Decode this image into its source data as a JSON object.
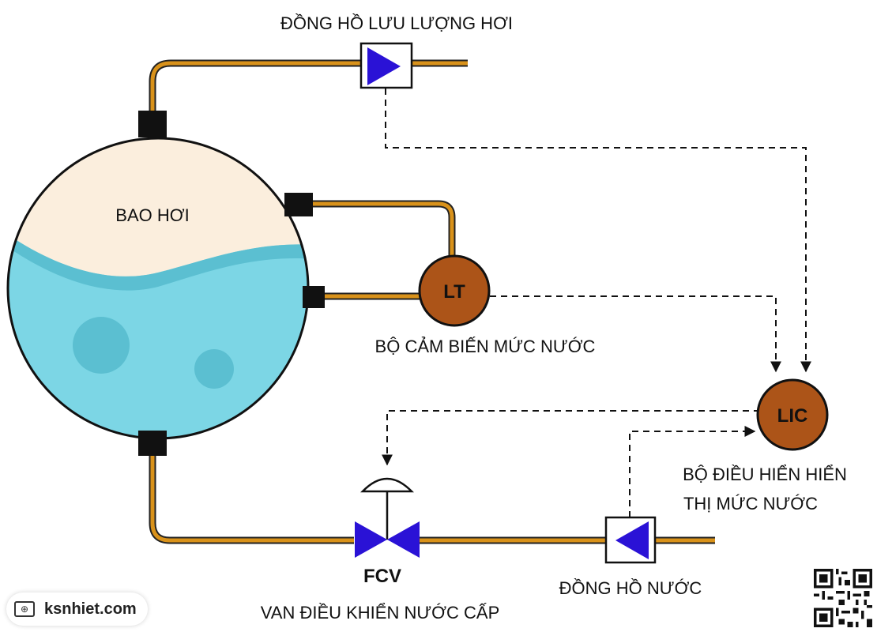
{
  "diagram": {
    "labels": {
      "steam_drum": "BAO HƠI",
      "steam_flow_meter": "ĐỒNG HỒ LƯU LƯỢNG HƠI",
      "level_transmitter_tag": "LT",
      "level_transmitter_name": "BỘ CẢM BIẾN MỨC NƯỚC",
      "controller_tag": "LIC",
      "controller_name_line1": "BỘ ĐIỀU HIỂN HIỂN",
      "controller_name_line2": "THỊ MỨC NƯỚC",
      "valve_tag": "FCV",
      "valve_name": "VAN ĐIỀU KHIỂN NƯỚC CẤP",
      "water_meter": "ĐỒNG HỒ NƯỚC"
    },
    "colors": {
      "pipe": "#d9921a",
      "steam": "#fbeedd",
      "water": "#7cd6e5",
      "water_wave": "#5bbfd1",
      "instrument": "#ac5418",
      "arrow_blue": "#2a12d6",
      "signal_line": "#111111"
    }
  },
  "brand": {
    "icon": "web-icon",
    "text": "ksnhiet.com"
  },
  "qr": {
    "icon": "qr-code-icon"
  }
}
